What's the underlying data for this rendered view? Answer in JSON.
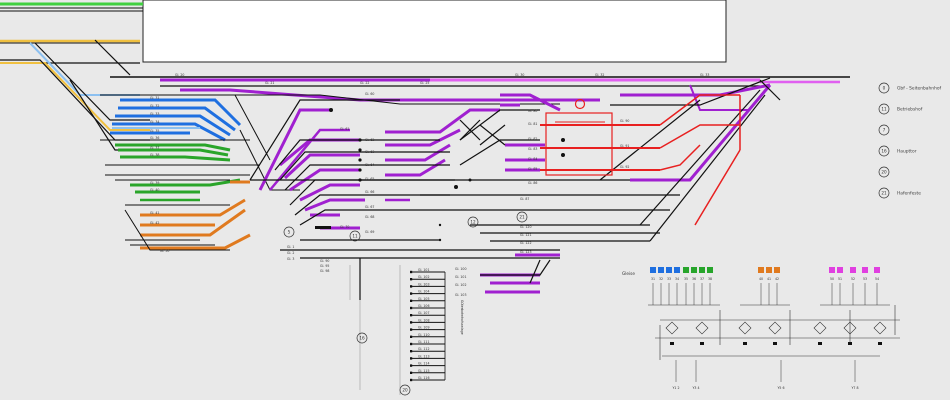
{
  "legend": [
    {
      "num": "0",
      "label": "Gbf - Seitenbahnhof"
    },
    {
      "num": "11",
      "label": "Betriebshof"
    },
    {
      "num": "7",
      "label": ""
    },
    {
      "num": "16",
      "label": "Haupttor"
    },
    {
      "num": "20",
      "label": ""
    },
    {
      "num": "21",
      "label": "Hafenfeste"
    }
  ],
  "circle_labels": [
    "5",
    "11",
    "12",
    "16",
    "20",
    "21"
  ],
  "track_labels": {
    "top": [
      "Gl. 20",
      "Gl. 21",
      "Gl. 22",
      "Gl. 25",
      "Gl. 30",
      "Gl. 32",
      "Gl. 33"
    ],
    "left_yard": [
      "Gl. 31",
      "Gl. 32",
      "Gl. 33",
      "Gl. 34",
      "Gl. 35",
      "Gl. 36",
      "Gl. 37",
      "Gl. 38",
      "Gl. 39",
      "Gl. 40",
      "Gl. 41",
      "Gl. 42",
      "Gl. 50"
    ],
    "center": [
      "Gl. 60",
      "Gl. 61",
      "Gl. 62",
      "Gl. 63",
      "Gl. 64",
      "Gl. 65",
      "Gl. 66",
      "Gl. 67",
      "Gl. 68",
      "Gl. 69",
      "Gl. 70"
    ],
    "right": [
      "Gl. 80",
      "Gl. 81",
      "Gl. 82",
      "Gl. 83",
      "Gl. 84",
      "Gl. 85",
      "Gl. 86",
      "Gl. 87"
    ],
    "red_area": [
      "Gl. 90",
      "Gl. 91",
      "Gl. 92"
    ],
    "lower_right": [
      "Gl. 120",
      "Gl. 121",
      "Gl. 122",
      "Gl. 123"
    ],
    "bottom_center": [
      "Gl. 100",
      "Gl. 101",
      "Gl. 102",
      "Gl. 103"
    ],
    "ladder": [
      "Gl. 101",
      "Gl. 102",
      "Gl. 103",
      "Gl. 104",
      "Gl. 105",
      "Gl. 106",
      "Gl. 107",
      "Gl. 108",
      "Gl. 109",
      "Gl. 110",
      "Gl. 111",
      "Gl. 112",
      "Gl. 113",
      "Gl. 114",
      "Gl. 115",
      "Gl. 116"
    ]
  },
  "side_labels": {
    "ladder_vertical": "Güterbahnhofsanlage",
    "gl_left": [
      "Gl. 1",
      "Gl. 2",
      "Gl. 3"
    ],
    "bottom_small": [
      "Gl. 90",
      "Gl. 95",
      "Gl. 98"
    ]
  },
  "ctc": {
    "title": "Gleise",
    "bottom_labels": [
      "Y1 2",
      "Y3 4",
      "Y5 6",
      "Y7 8"
    ],
    "columns": [
      {
        "label": "31",
        "color": "#1f6fe0"
      },
      {
        "label": "32",
        "color": "#1f6fe0"
      },
      {
        "label": "33",
        "color": "#1f6fe0"
      },
      {
        "label": "34",
        "color": "#1f6fe0"
      },
      {
        "label": "35",
        "color": "#27a52b"
      },
      {
        "label": "36",
        "color": "#27a52b"
      },
      {
        "label": "37",
        "color": "#27a52b"
      },
      {
        "label": "38",
        "color": "#27a52b"
      },
      {
        "label": "40",
        "color": "#e07a1f"
      },
      {
        "label": "41",
        "color": "#e07a1f"
      },
      {
        "label": "42",
        "color": "#e07a1f"
      },
      {
        "label": "50",
        "color": "#e040e0"
      },
      {
        "label": "51",
        "color": "#e040e0"
      },
      {
        "label": "52",
        "color": "#e040e0"
      },
      {
        "label": "53",
        "color": "#e040e0"
      },
      {
        "label": "54",
        "color": "#e040e0"
      }
    ]
  },
  "colors": {
    "purple": "#a020d0",
    "magenta": "#e060f0",
    "blue": "#1f6fe0",
    "light_blue": "#8cc0f0",
    "green": "#2aa52a",
    "orange": "#e07a1f",
    "red": "#e82020",
    "yellow": "#f0c040",
    "black": "#111111",
    "top_green": "#40d040"
  }
}
